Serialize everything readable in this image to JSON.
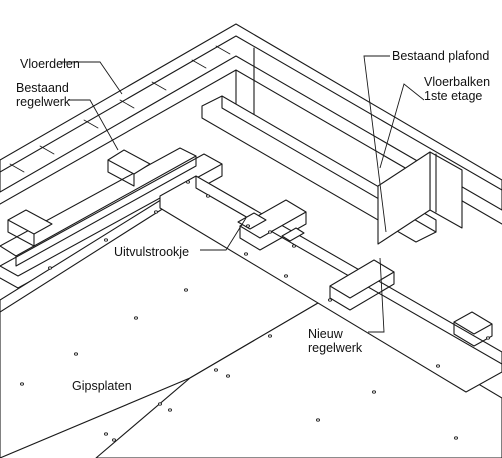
{
  "labels": {
    "vloerdelen": "Vloerdelen",
    "bestaand_regelwerk_1": "Bestaand",
    "bestaand_regelwerk_2": "regelwerk",
    "bestaand_plafond": "Bestaand plafond",
    "vloerbalken_1": "Vloerbalken",
    "vloerbalken_2": "1ste etage",
    "uitvulstrookje": "Uitvulstrookje",
    "nieuw_regelwerk_1": "Nieuw",
    "nieuw_regelwerk_2": "regelwerk",
    "gipsplaten": "Gipsplaten"
  }
}
